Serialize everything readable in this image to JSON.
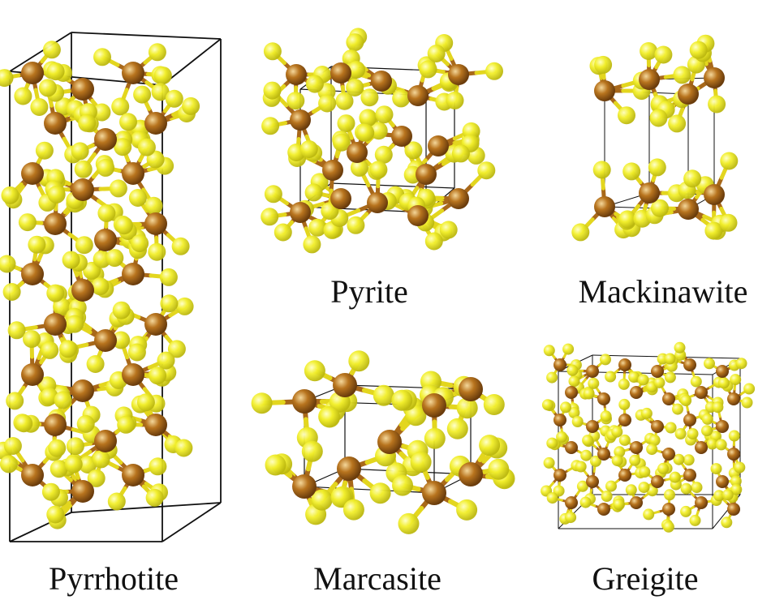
{
  "figure": {
    "structures": [
      {
        "key": "pyrrhotite",
        "name": "Pyrrhotite"
      },
      {
        "key": "pyrite",
        "name": "Pyrite"
      },
      {
        "key": "mackinawite",
        "name": "Mackinawite"
      },
      {
        "key": "marcasite",
        "name": "Marcasite"
      },
      {
        "key": "greigite",
        "name": "Greigite"
      }
    ]
  },
  "legend_colors": {
    "sulfur": "#e6e62a",
    "iron": "#a8681a",
    "bond_sulfur": "#e3d61e",
    "bond_iron": "#a8681a",
    "cell_edge": "#111111"
  }
}
